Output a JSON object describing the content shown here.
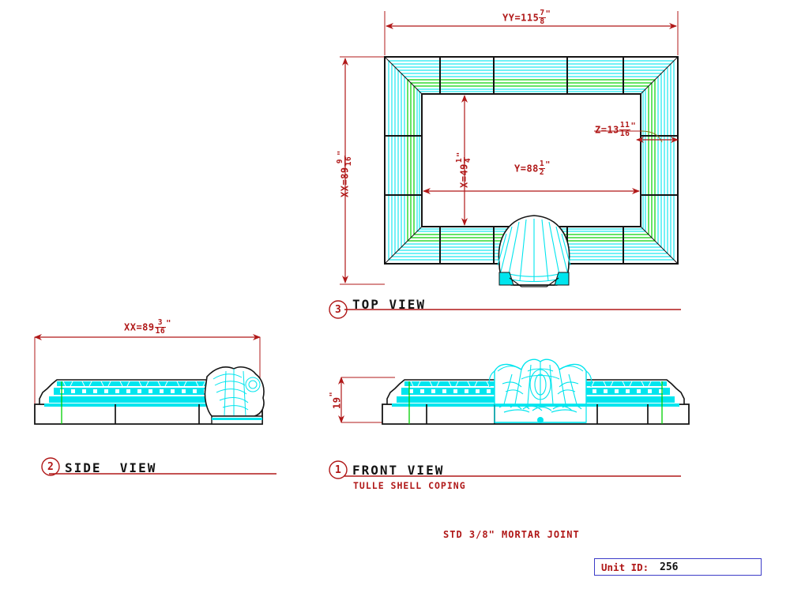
{
  "drawing": {
    "title": "TULLE SHELL COPING",
    "note": "STD 3/8\" MORTAR JOINT",
    "unit_id_label": "Unit ID:",
    "unit_id_value": "256",
    "colors": {
      "dimension": "#b01818",
      "outline": "#141414",
      "detail_cyan": "#00e5ee",
      "detail_green": "#00d000",
      "box_border": "#3c3cc8",
      "background": "#ffffff"
    }
  },
  "views": [
    {
      "number": "3",
      "label": "TOP VIEW",
      "sublabel": ""
    },
    {
      "number": "2",
      "label": "SIDE  VIEW",
      "sublabel": ""
    },
    {
      "number": "1",
      "label": "FRONT VIEW",
      "sublabel": "TULLE SHELL COPING"
    }
  ],
  "dimensions": {
    "top_view_width": {
      "prefix": "YY=115",
      "num": "7",
      "den": "8",
      "unit": "\""
    },
    "top_view_height": {
      "prefix": "XX=89",
      "num": "9",
      "den": "16",
      "unit": "\""
    },
    "inner_x": {
      "prefix": "X=49",
      "num": "1",
      "den": "4",
      "unit": "\""
    },
    "inner_y": {
      "prefix": "Y=88",
      "num": "1",
      "den": "2",
      "unit": "\""
    },
    "thickness_z": {
      "prefix": "Z=13",
      "num": "11",
      "den": "16",
      "unit": "\""
    },
    "side_view_width": {
      "prefix": "XX=89",
      "num": "3",
      "den": "16",
      "unit": "\""
    },
    "front_view_height": {
      "prefix": "19",
      "num": "",
      "den": "",
      "unit": "\""
    }
  }
}
